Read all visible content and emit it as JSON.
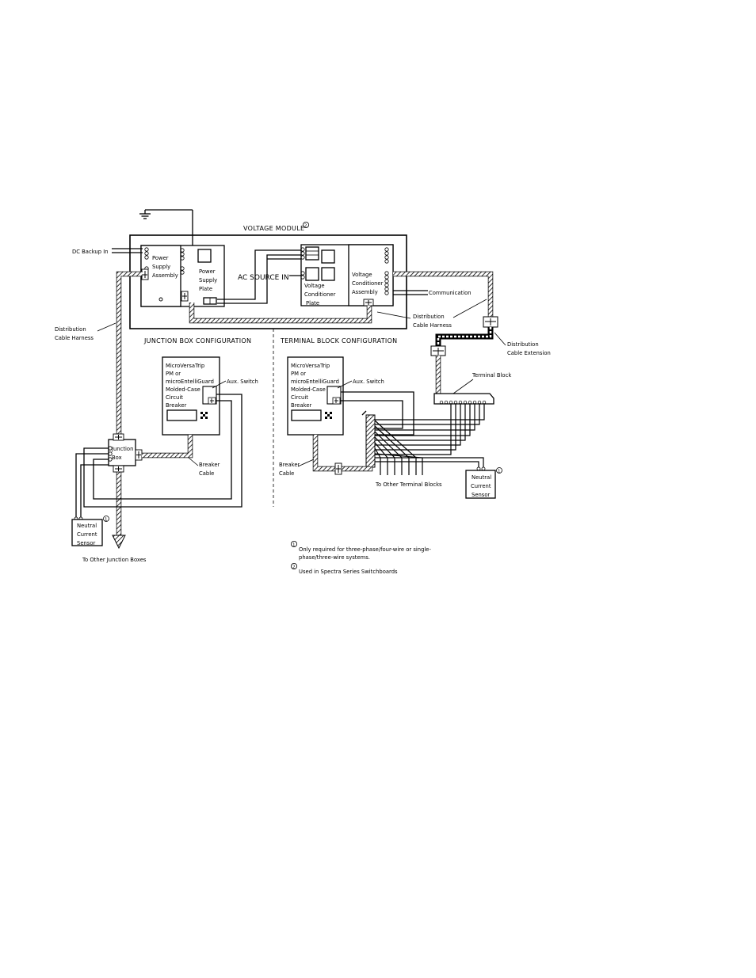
{
  "labels": {
    "voltage_module": "VOLTAGE MODULE",
    "dc_backup_in": "DC Backup In",
    "power_supply_assembly": [
      "Power",
      "Supply",
      "Assembly"
    ],
    "power_supply_plate": [
      "Power",
      "Supply",
      "Plate"
    ],
    "ac_source_in": "AC SOURCE IN",
    "voltage_conditioner_plate": [
      "Voltage",
      "Conditioner",
      "Plate"
    ],
    "voltage_conditioner_assembly": [
      "Voltage",
      "Conditioner",
      "Assembly"
    ],
    "communication": "Communication",
    "distribution_cable_harness_left": [
      "Distribution",
      "Cable Harness"
    ],
    "distribution_cable_harness_right": [
      "Distribution",
      "Cable Harness"
    ],
    "distribution_cable_extension": [
      "Distribution",
      "Cable Extension"
    ],
    "junction_box_configuration": "JUNCTION BOX CONFIGURATION",
    "terminal_block_configuration": "TERMINAL BLOCK CONFIGURATION",
    "breaker_left": [
      "MicroVersaTrip",
      "PM or",
      "microEntelliGuard",
      "Molded-Case",
      "Circuit",
      "Breaker"
    ],
    "breaker_right": [
      "MicroVersaTrip",
      "PM or",
      "microEntelliGuard",
      "Molded-Case",
      "Circuit",
      "Breaker"
    ],
    "aux_switch_left": "Aux. Switch",
    "aux_switch_right": "Aux. Switch",
    "terminal_block": "Terminal Block",
    "junction_box": [
      "Junction",
      "Box"
    ],
    "breaker_cable_left": [
      "Breaker",
      "Cable"
    ],
    "breaker_cable_right": [
      "Breaker",
      "Cable"
    ],
    "to_other_terminal_blocks": "To Other Terminal Blocks",
    "neutral_current_sensor_left": [
      "Neutral",
      "Current",
      "Sensor"
    ],
    "neutral_current_sensor_right": [
      "Neutral",
      "Current",
      "Sensor"
    ],
    "to_other_junction_boxes": "To Other Junction Boxes"
  },
  "notes": {
    "note1_marker": "1",
    "note2_marker": "2",
    "note1": [
      "Only required for three-phase/four-wire or single-",
      "phase/three-wire systems."
    ],
    "note2": "Used in Spectra Series Switchboards"
  }
}
